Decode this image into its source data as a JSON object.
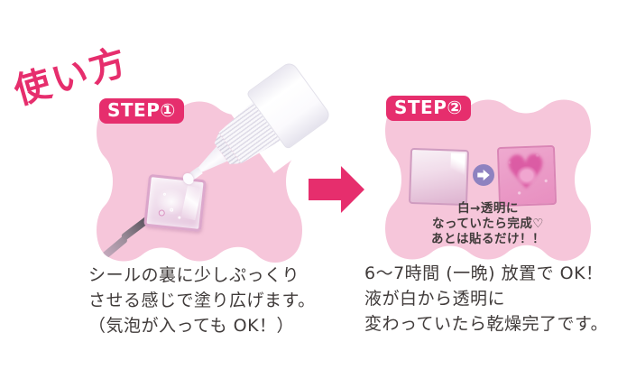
{
  "title": "使い方",
  "colors": {
    "accent": "#e62e6d",
    "blob_pink": "#f6c6da",
    "text": "#403b3a",
    "purple": "#8e82c0"
  },
  "step1": {
    "label": "STEP①",
    "caption_lines": [
      "シールの裏に少しぷっくり",
      "させる感じで塗り広げます。",
      "（気泡が入っても OK！）"
    ]
  },
  "step2": {
    "label": "STEP②",
    "note_lines": [
      "白→透明に",
      "なっていたら完成♡",
      "あとは貼るだけ！！"
    ],
    "caption_lines": [
      "6～7時間 (一晩) 放置で OK！",
      "液が白から透明に",
      "変わっていたら乾燥完了です。"
    ],
    "heart_glyph": "♥"
  }
}
